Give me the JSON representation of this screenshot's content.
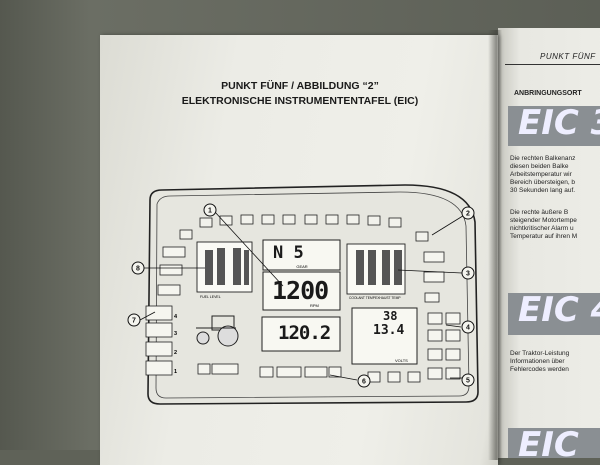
{
  "document": {
    "title_line1": "PUNKT FÜNF / ABBILDUNG “2”",
    "title_line2": "ELEKTRONISCHE INSTRUMENTENTAFEL (EIC)"
  },
  "panel": {
    "gear_display": "N 5",
    "gear_label": "GEAR",
    "rpm_display": "1200",
    "rpm_label": "RPM",
    "speed_display": "120.2",
    "right_display_top": "38",
    "right_display_bottom": "13.4",
    "volts_label": "VOLTS",
    "fuel_label": "FUEL LEVEL",
    "coolant_label": "COOLANT TEMP",
    "exhaust_label": "EXHAUST TEMP",
    "callouts": [
      "1",
      "2",
      "3",
      "4",
      "5",
      "6",
      "7",
      "8"
    ],
    "gear_numbers": [
      "4",
      "3",
      "2",
      "1"
    ]
  },
  "right_page": {
    "header": "PUNKT FÜNF",
    "label": "ANBRINGUNGSORT",
    "box3": "EIC 3",
    "box4": "EIC 4",
    "box5": "EIC",
    "text1": "Die rechten Balkenanz\ndiesen beiden Balke\nArbeitstemperatur wir\nBereich übersteigen, b\n30 Sekunden lang auf.",
    "text2": "Die rechte äußere B\nsteigender Motortempe\nnichtkritischer Alarm u\nTemperatur auf ihren M",
    "text3": "Der Traktor-Leistung\nInformationen über\nFehlercodes werden"
  }
}
